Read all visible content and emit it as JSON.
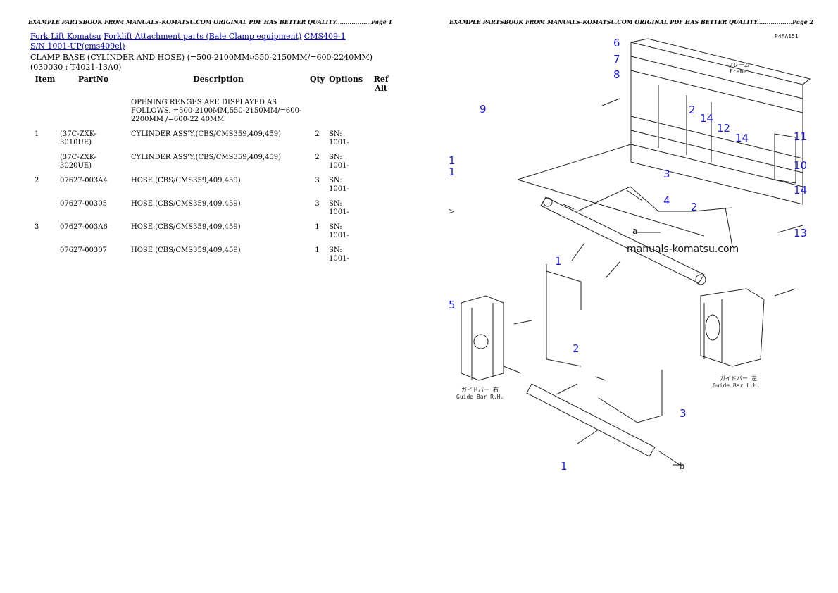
{
  "pages": [
    {
      "header": "EXAMPLE PARTSBOOK FROM MANUALS-KOMATSU.COM ORIGINAL PDF HAS BETTER QUALITY..................Page 1"
    },
    {
      "header": "EXAMPLE PARTSBOOK FROM MANUALS-KOMATSU.COM ORIGINAL PDF HAS BETTER QUALITY..................Page 2"
    }
  ],
  "breadcrumb": [
    {
      "label": "Fork Lift Komatsu"
    },
    {
      "label": "Forklift Attachment parts (Bale Clamp equipment)"
    },
    {
      "label": "CMS409-1 S/N 1001-UP(cms409el)"
    }
  ],
  "title": "CLAMP BASE (CYLINDER AND HOSE) (=500-2100MM¤550-2150MM/=600-2240MM)(030030 : T4021-13A0)",
  "table": {
    "headers": {
      "item": "Item",
      "partno": "PartNo",
      "description": "Description",
      "qty": "Qty",
      "options": "Options",
      "refalt": "Ref Alt"
    },
    "rows": [
      {
        "item": "",
        "partno": "",
        "description": "OPENING RENGES ARE DISPLAYED AS FOLLOWS. =500-2100MM,550-2150MM/=600-2200MM /=600-22 40MM",
        "qty": "",
        "options": "",
        "refalt": ""
      },
      {
        "item": "1",
        "partno": "(37C-ZXK-3010UE)",
        "description": "CYLINDER ASS'Y,(CBS/CMS359,409,459)",
        "qty": "2",
        "options": "SN: 1001-",
        "refalt": ""
      },
      {
        "item": "",
        "partno": "(37C-ZXK-3020UE)",
        "description": "CYLINDER ASS'Y,(CBS/CMS359,409,459)",
        "qty": "2",
        "options": "SN: 1001-",
        "refalt": ""
      },
      {
        "item": "2",
        "partno": "07627-003A4",
        "description": "HOSE,(CBS/CMS359,409,459)",
        "qty": "3",
        "options": "SN: 1001-",
        "refalt": ""
      },
      {
        "item": "",
        "partno": "07627-00305",
        "description": "HOSE,(CBS/CMS359,409,459)",
        "qty": "3",
        "options": "SN: 1001-",
        "refalt": ""
      },
      {
        "item": "3",
        "partno": "07627-003A6",
        "description": "HOSE,(CBS/CMS359,409,459)",
        "qty": "1",
        "options": "SN: 1001-",
        "refalt": ""
      },
      {
        "item": "",
        "partno": "07627-00307",
        "description": "HOSE,(CBS/CMS359,409,459)",
        "qty": "1",
        "options": "SN: 1001-",
        "refalt": ""
      }
    ]
  },
  "diagram": {
    "code": "P4FA151",
    "watermark": "manuals-komatsu.com",
    "labels": {
      "frame_jp": "フレーム",
      "frame_en": "Frame",
      "guide_rh_jp": "ガイドバー 右",
      "guide_rh_en": "Guide Bar R.H.",
      "guide_lh_jp": "ガイドバー 左",
      "guide_lh_en": "Guide Bar L.H.",
      "a": "a",
      "b": "b"
    },
    "callouts": [
      "6",
      "7",
      "8",
      "9",
      "1",
      "1",
      "2",
      "14",
      "12",
      "14",
      "11",
      "10",
      "3",
      "14",
      "4",
      "2",
      "13",
      "1",
      "5",
      "2",
      "3",
      "1"
    ]
  }
}
